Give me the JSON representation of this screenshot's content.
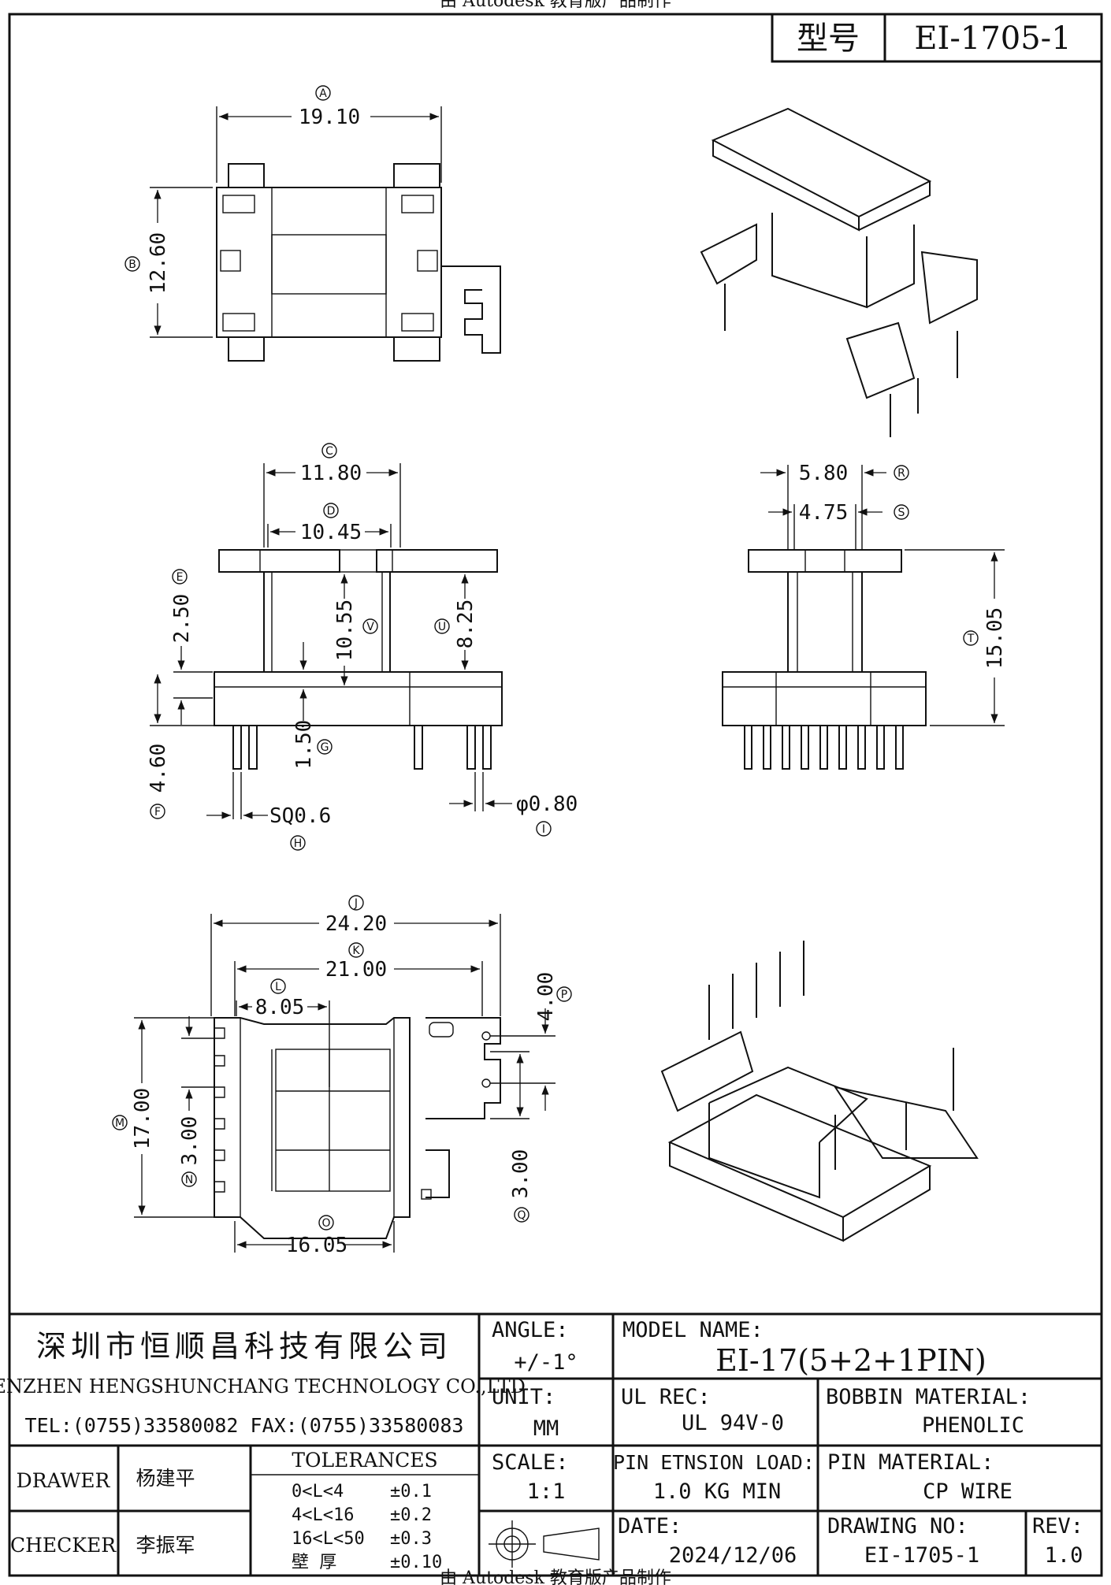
{
  "header": {
    "model_label": "型号",
    "model_value": "EI-1705-1",
    "top_banner": "由 Autodesk 教育版产品制作",
    "bottom_banner": "由 Autodesk 教育版产品制作"
  },
  "dimensions": {
    "A": {
      "letter": "A",
      "value": "19.10"
    },
    "B": {
      "letter": "B",
      "value": "12.60"
    },
    "C": {
      "letter": "C",
      "value": "11.80"
    },
    "D": {
      "letter": "D",
      "value": "10.45"
    },
    "E": {
      "letter": "E",
      "value": "2.50"
    },
    "F": {
      "letter": "F",
      "value": "4.60"
    },
    "G": {
      "letter": "G",
      "value": "1.50"
    },
    "H": {
      "letter": "H",
      "value": "SQ0.6"
    },
    "I": {
      "letter": "I",
      "value": "φ0.80"
    },
    "J": {
      "letter": "J",
      "value": "24.20"
    },
    "K": {
      "letter": "K",
      "value": "21.00"
    },
    "L": {
      "letter": "L",
      "value": "8.05"
    },
    "M": {
      "letter": "M",
      "value": "17.00"
    },
    "N": {
      "letter": "N",
      "value": "3.00"
    },
    "O": {
      "letter": "O",
      "value": "16.05"
    },
    "P": {
      "letter": "P",
      "value": "4.00"
    },
    "Q": {
      "letter": "Q",
      "value": "3.00"
    },
    "R": {
      "letter": "R",
      "value": "5.80"
    },
    "S": {
      "letter": "S",
      "value": "4.75"
    },
    "T": {
      "letter": "T",
      "value": "15.05"
    },
    "U": {
      "letter": "U",
      "value": "8.25"
    },
    "V": {
      "letter": "V",
      "value": "10.55"
    }
  },
  "title_block": {
    "company_cn": "深圳市恒顺昌科技有限公司",
    "company_en": "SHENZHEN HENGSHUNCHANG TECHNOLOGY CO.,LTD",
    "contact": "TEL:(0755)33580082 FAX:(0755)33580083",
    "angle_label": "ANGLE:",
    "angle_value": "+/-1°",
    "unit_label": "UNIT:",
    "unit_value": "MM",
    "scale_label": "SCALE:",
    "scale_value": "1:1",
    "model_name_label": "MODEL NAME:",
    "model_name_value": "EI-17(5+2+1PIN)",
    "ul_label": "UL REC:",
    "ul_value": "UL 94V-0",
    "bobbin_label": "BOBBIN MATERIAL:",
    "bobbin_value": "PHENOLIC",
    "pin_load_label": "PIN ETNSION LOAD:",
    "pin_load_value": "1.0 KG MIN",
    "pin_mat_label": "PIN MATERIAL:",
    "pin_mat_value": "CP WIRE",
    "date_label": "DATE:",
    "date_value": "2024/12/06",
    "drawing_no_label": "DRAWING NO:",
    "drawing_no_value": "EI-1705-1",
    "rev_label": "REV:",
    "rev_value": "1.0",
    "drawer_label": "DRAWER",
    "drawer_name": "杨建平",
    "checker_label": "CHECKER",
    "checker_name": "李振军",
    "tolerances_label": "TOLERANCES",
    "tolerances": [
      {
        "range": "0<L<4",
        "value": "±0.1"
      },
      {
        "range": "4<L<16",
        "value": "±0.2"
      },
      {
        "range": "16<L<50",
        "value": "±0.3"
      },
      {
        "range": "壁  厚",
        "value": "±0.10"
      }
    ]
  }
}
